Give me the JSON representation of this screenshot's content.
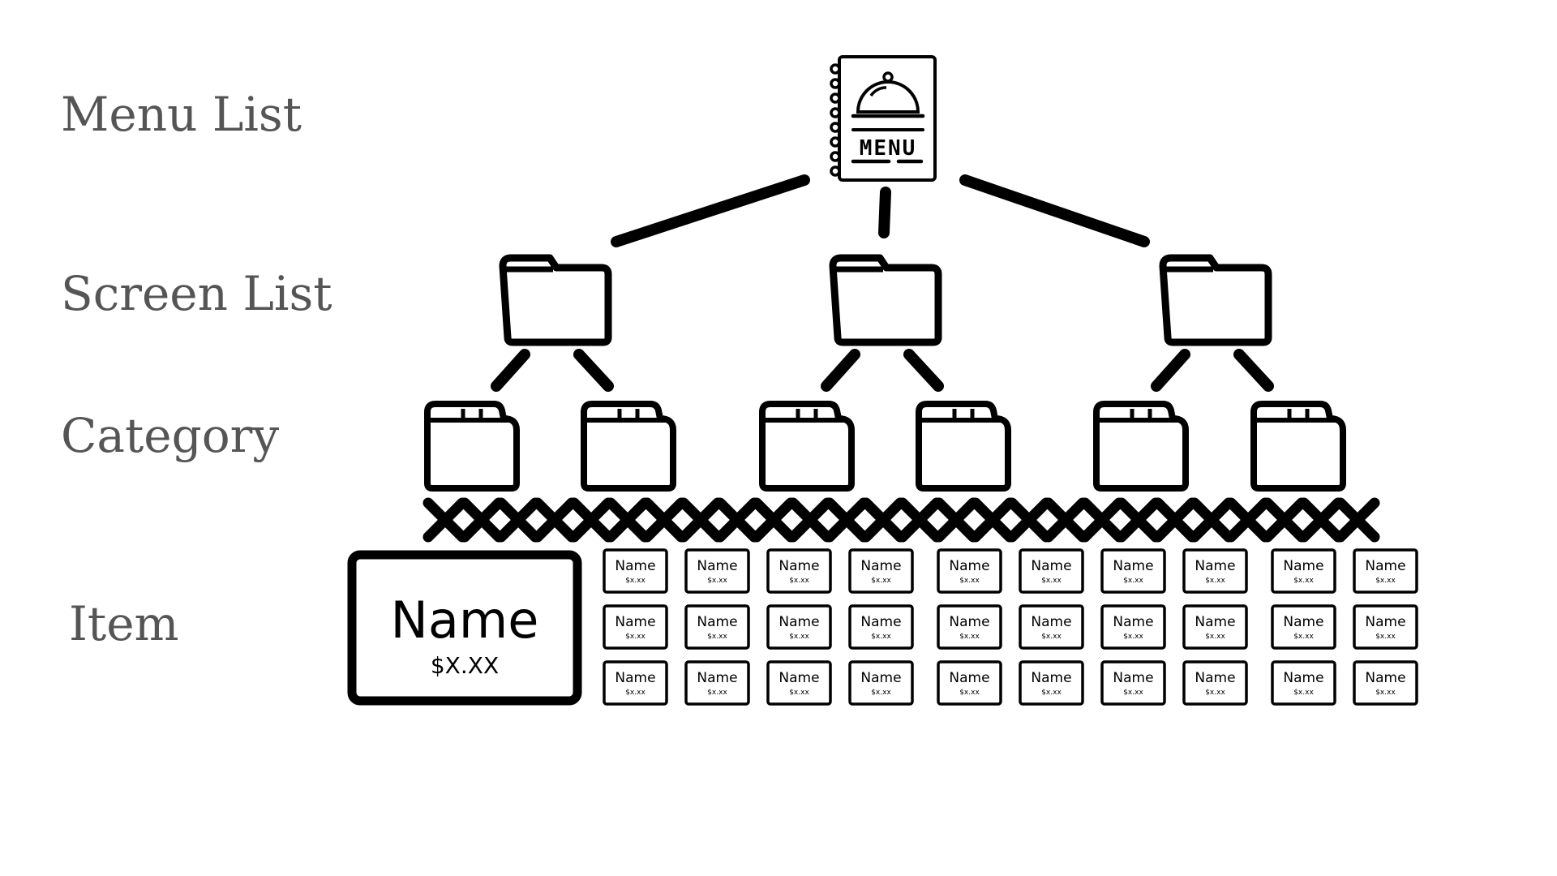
{
  "levels": {
    "menu_list": "Menu List",
    "screen_list": "Screen List",
    "category": "Category",
    "item": "Item"
  },
  "menu_icon_text": "MENU",
  "featured_item": {
    "name": "Name",
    "price": "$X.XX"
  },
  "item_tiles": {
    "name": "Name",
    "price": "$x.xx"
  },
  "colors": {
    "ink": "#000000",
    "label": "#555555",
    "background": "#ffffff"
  },
  "icons": [
    "menu-book-icon",
    "folder-icon",
    "category-folder-icon"
  ]
}
